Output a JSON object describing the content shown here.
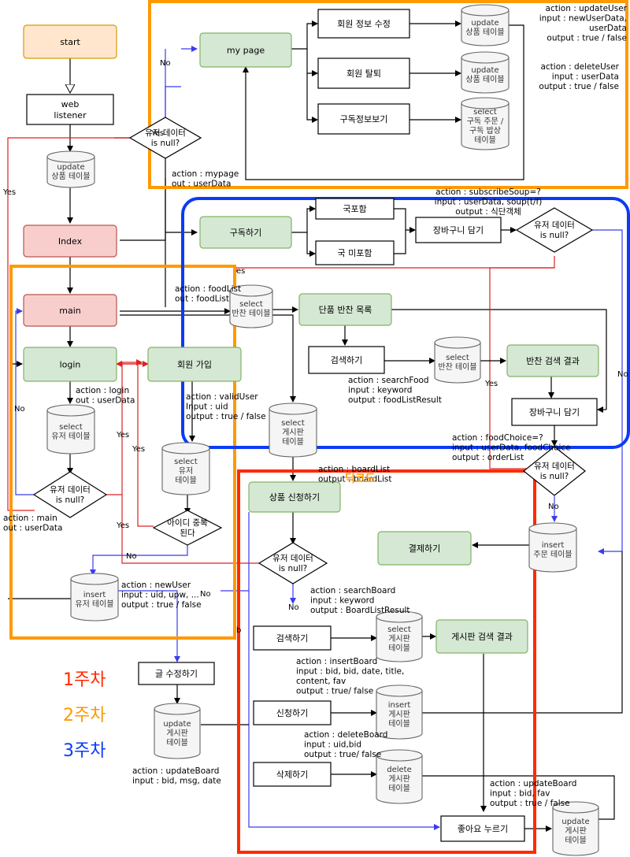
{
  "colors": {
    "start_fill": "#FFE6CC",
    "start_stroke": "#D79B00",
    "green_fill": "#D5E8D4",
    "green_stroke": "#82B366",
    "red_fill": "#F8CECC",
    "red_stroke": "#B85450",
    "gray_fill": "#F5F5F5",
    "gray_stroke": "#666666",
    "week1": "#FF2A00",
    "week2": "#FF9900",
    "week3": "#0B3BF5"
  },
  "boxes": [
    {
      "id": "start",
      "text": "start",
      "style": "start"
    },
    {
      "id": "weblistener",
      "text": "web\nlistener",
      "style": "plain"
    },
    {
      "id": "index",
      "text": "Index",
      "style": "red"
    },
    {
      "id": "main",
      "text": "main",
      "style": "red"
    },
    {
      "id": "login",
      "text": "login",
      "style": "green"
    },
    {
      "id": "signup",
      "text": "회원 가입",
      "style": "green"
    },
    {
      "id": "mypage",
      "text": "my page",
      "style": "green"
    },
    {
      "id": "editinfo",
      "text": "회원 정보 수정",
      "style": "plain"
    },
    {
      "id": "withdraw",
      "text": "회원 탈퇴",
      "style": "plain"
    },
    {
      "id": "subinfo",
      "text": "구독정보보기",
      "style": "plain"
    },
    {
      "id": "subscribe",
      "text": "구독하기",
      "style": "green"
    },
    {
      "id": "soup",
      "text": "국포함",
      "style": "plain"
    },
    {
      "id": "nosoup",
      "text": "국 미포함",
      "style": "plain"
    },
    {
      "id": "cart1",
      "text": "장바구니 담기",
      "style": "plain"
    },
    {
      "id": "sidelist",
      "text": "단품 반찬 목록",
      "style": "green"
    },
    {
      "id": "search1",
      "text": "검색하기",
      "style": "plain"
    },
    {
      "id": "sideresult",
      "text": "반찬 검색 결과",
      "style": "green"
    },
    {
      "id": "cart2",
      "text": "장바구니 담기",
      "style": "plain"
    },
    {
      "id": "apply",
      "text": "상품 신청하기",
      "style": "green"
    },
    {
      "id": "pay",
      "text": "결제하기",
      "style": "green"
    },
    {
      "id": "search2",
      "text": "검색하기",
      "style": "plain"
    },
    {
      "id": "boardresult",
      "text": "게시판 검색 결과",
      "style": "green"
    },
    {
      "id": "applyw",
      "text": "신청하기",
      "style": "plain"
    },
    {
      "id": "deletew",
      "text": "삭제하기",
      "style": "plain"
    },
    {
      "id": "like",
      "text": "좋아요 누르기",
      "style": "plain"
    },
    {
      "id": "editpost",
      "text": "글 수정하기",
      "style": "plain"
    }
  ],
  "diamonds": [
    {
      "id": "d_mypage",
      "text": "유저 데이터\nis null?"
    },
    {
      "id": "d_login",
      "text": "유저 데이터\nis null?"
    },
    {
      "id": "d_dup",
      "text": "아이디 중복\n된다"
    },
    {
      "id": "d_cart1",
      "text": "유저 데이터\nis null?"
    },
    {
      "id": "d_cart2",
      "text": "유저 데이터\nis null?"
    },
    {
      "id": "d_apply",
      "text": "유저 데이터\nis null?"
    }
  ],
  "cylinders": [
    {
      "id": "c_update_product",
      "text": "update\n상품 테이블"
    },
    {
      "id": "c_mp_update1",
      "text": "update\n상품 테이블"
    },
    {
      "id": "c_mp_update2",
      "text": "update\n상품 테이블"
    },
    {
      "id": "c_mp_select",
      "text": "select\n구독 주문 /\n구독 밥상\n테이블"
    },
    {
      "id": "c_select_side",
      "text": "select\n반찬 테이블"
    },
    {
      "id": "c_select_user1",
      "text": "select\n유저 테이블"
    },
    {
      "id": "c_select_user2",
      "text": "select\n유저\n테이블"
    },
    {
      "id": "c_insert_user",
      "text": "insert\n유저 테이블"
    },
    {
      "id": "c_select_board",
      "text": "select\n게시판\n테이블"
    },
    {
      "id": "c_select_side2",
      "text": "select\n반찬 테이블"
    },
    {
      "id": "c_insert_order",
      "text": "insert\n주문 테이블"
    },
    {
      "id": "c_select_board2",
      "text": "select\n게시판\n테이블"
    },
    {
      "id": "c_insert_board",
      "text": "insert\n게시판\n테이블"
    },
    {
      "id": "c_delete_board",
      "text": "delete\n게시판\n테이블"
    },
    {
      "id": "c_update_board",
      "text": "update\n게시판\n테이블"
    },
    {
      "id": "c_update_board2",
      "text": "update\n게시판\n테이블"
    }
  ],
  "annotations": [
    {
      "id": "a_updateuser",
      "text": "action : updateUser\ninput : newUserData,\nuserData\noutput : true / false"
    },
    {
      "id": "a_deleteuser",
      "text": "action : deleteUser\ninput : userData\noutput : true / false"
    },
    {
      "id": "a_mypage",
      "text": "action : mypage\nout : userData"
    },
    {
      "id": "a_subscribe",
      "text": "action : subscribeSoup=?\ninput : userData, soup(t/f)\noutput : 식단객체"
    },
    {
      "id": "a_foodlist",
      "text": "action :  foodList\nout : foodList"
    },
    {
      "id": "a_login",
      "text": "action : login\nout : userData"
    },
    {
      "id": "a_validuser",
      "text": "action  :  validUser\nInput : uid\noutput : true / false"
    },
    {
      "id": "a_searchfood",
      "text": "action :  searchFood\ninput : keyword\noutput : foodListResult"
    },
    {
      "id": "a_foodchoice",
      "text": "action :  foodChoice=?\ninput : userData, foodChoice\noutput : orderList"
    },
    {
      "id": "a_main",
      "text": "action : main\nout : userData"
    },
    {
      "id": "a_boardlist",
      "text": "action :  boardList\noutput : boardList"
    },
    {
      "id": "a_newuser",
      "text": "action : newUser\ninput : uid, upw, ...\noutput : true / false"
    },
    {
      "id": "a_searchboard",
      "text": "action  :  searchBoard\ninput : keyword\noutput : BoardListResult"
    },
    {
      "id": "a_insertboard",
      "text": "action  :  insertBoard\ninput : bid, bid, date, title,\ncontent, fav\noutput : true/ false"
    },
    {
      "id": "a_deleteboard",
      "text": "action :  deleteBoard\ninput : uid,bid\noutput : true/ false"
    },
    {
      "id": "a_updateboard",
      "text": "action  :  updateBoard\ninput : bid, msg, date"
    },
    {
      "id": "a_updateboard2",
      "text": "action :  updateBoard\ninput : bid, fav\noutput : true / false"
    }
  ],
  "edge_labels": [
    {
      "id": "l_no1",
      "text": "No"
    },
    {
      "id": "l_yes1",
      "text": "Yes"
    },
    {
      "id": "l_no2",
      "text": "No"
    },
    {
      "id": "l_yes2",
      "text": "Yes"
    },
    {
      "id": "l_yes3",
      "text": "Yes"
    },
    {
      "id": "l_yes4",
      "text": "Yes"
    },
    {
      "id": "l_no3",
      "text": "No"
    },
    {
      "id": "l_no4",
      "text": "No"
    },
    {
      "id": "l_yes5",
      "text": "Yes"
    },
    {
      "id": "l_no5",
      "text": "No"
    },
    {
      "id": "l_yes6",
      "text": "Yes"
    },
    {
      "id": "l_no6",
      "text": "No"
    },
    {
      "id": "l_no7",
      "text": "No"
    },
    {
      "id": "l_yes7",
      "text": "es"
    },
    {
      "id": "l_b",
      "text": "b"
    }
  ],
  "overlay_text": "딕코드",
  "legend": [
    {
      "id": "week1",
      "text": "1주차"
    },
    {
      "id": "week2",
      "text": "2주차"
    },
    {
      "id": "week3",
      "text": "3주차"
    }
  ]
}
